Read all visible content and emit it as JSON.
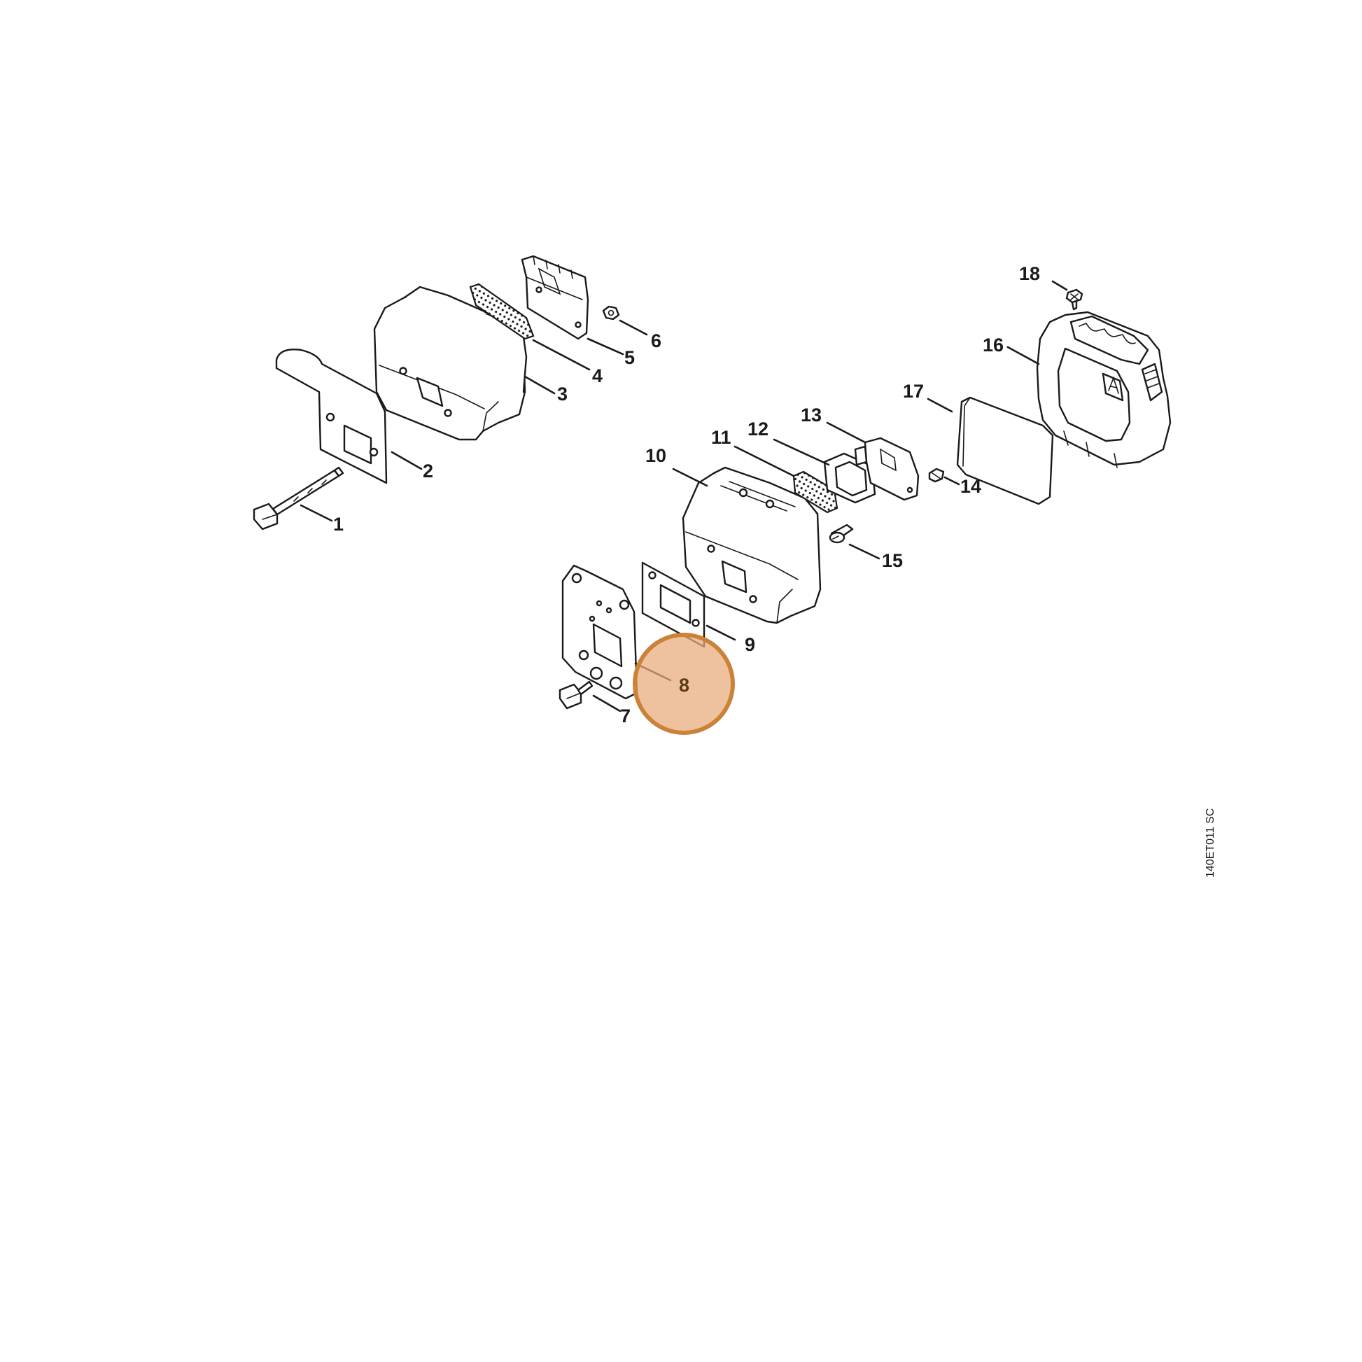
{
  "diagram": {
    "callouts": {
      "c1": "1",
      "c2": "2",
      "c3": "3",
      "c4": "4",
      "c5": "5",
      "c6": "6",
      "c7": "7",
      "c8": "8",
      "c9": "9",
      "c10": "10",
      "c11": "11",
      "c12": "12",
      "c13": "13",
      "c14": "14",
      "c15": "15",
      "c16": "16",
      "c17": "17",
      "c18": "18"
    },
    "highlighted_part": "8",
    "drawing_code": "140ET011 SC",
    "colors": {
      "line": "#1a1a1a",
      "highlight_fill": "#e8aa78",
      "highlight_stroke": "#c98236"
    }
  }
}
